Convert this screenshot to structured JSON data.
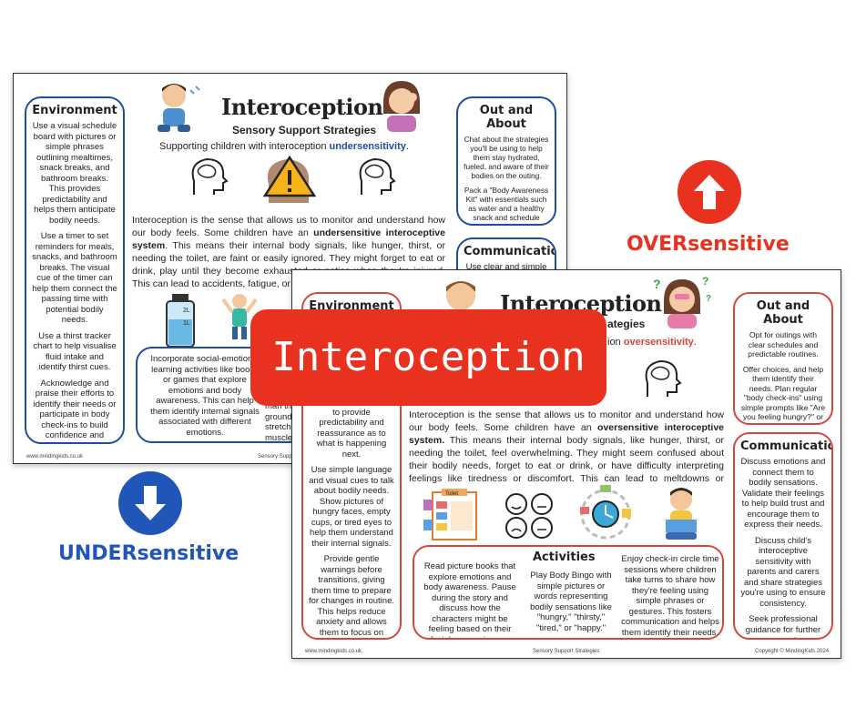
{
  "banner": {
    "label": "Interoception"
  },
  "labels": {
    "over": "OVERsensitive",
    "under": "UNDERsensitive"
  },
  "colors": {
    "over": "#e8321f",
    "under": "#1f56b8",
    "banner": "#e8321f",
    "blue_border": "#1f4e9c",
    "red_border": "#d9443e"
  },
  "icons": {
    "over_arrow": "arrow-up-icon",
    "under_arrow": "arrow-down-icon"
  },
  "under_sheet": {
    "title": "Interoception",
    "subtitle": "Sensory Support Strategies",
    "tagline_prefix": "Supporting children with interoception ",
    "tagline_key": "undersensitivity",
    "tagline_suffix": ".",
    "intro_1": "Interoception is the sense that allows us to monitor and understand how our body feels. Some children have an ",
    "intro_bold": "undersensitive interoceptive system",
    "intro_2": ". This means their internal body signals, like hunger, thirst, or needing the toilet, are faint or easily ignored. They might forget to eat or drink, play until they become exhausted or notice when they're injured. This can lead to accidents, fatigue, or d",
    "environment": {
      "title": "Environment",
      "p1": "Use a visual schedule board with pictures or simple phrases outlining mealtimes, snack breaks, and bathroom breaks. This provides predictability and helps them anticipate bodily needs.",
      "p2": "Use a timer to set reminders for meals, snacks, and bathroom breaks. The visual cue of the timer can help them connect the passing time with potential bodily needs.",
      "p3": "Use a thirst tracker chart to help visualise fluid intake and identify thirst cues.",
      "p4": "Acknowledge and praise their efforts to identify their needs or participate in body check-ins to build confidence and reinforce the importance of listening to their bodies."
    },
    "out_about": {
      "title": "Out and About",
      "p1": "Chat about the strategies you'll be using to help them stay hydrated, fueled, and aware of their bodies on the outing.",
      "p2": "Pack a \"Body Awareness Kit\" with essentials such as water and a healthy snack and schedule regular \"body check-ins\""
    },
    "communication": {
      "title": "Communication",
      "p1": "Use clear and simple"
    },
    "activities": {
      "p1": "Incorporate social-emotional learning activities like books or games that explore emotions and body awareness. This can help them identify internal signals associated with different emotions.",
      "p2_fragment": "P a",
      "p3_fragment": "man the ground stretch and muscle"
    },
    "footer_left": "www.mindingkids.co.uk",
    "footer_mid": "Sensory Supp"
  },
  "over_sheet": {
    "title": "Interoception",
    "subtitle": "ategies",
    "tagline_prefix": "ion ",
    "tagline_key": "oversensitivity",
    "tagline_suffix": ".",
    "intro_1": "Interoception is the sense that allows us to monitor and understand how our body feels. Some children have an ",
    "intro_bold": "oversensitive interoceptive system.",
    "intro_2": " This means their internal body signals, like hunger, thirst, or needing the toilet, feel overwhelming. They might seem confused about their bodily needs, forget to eat or drink, or have difficulty interpreting feelings like tiredness or discomfort. This can lead to meltdowns or frustration.",
    "environment": {
      "title": "Environment",
      "p1": "Use visual timetables to provide predictability and reassurance as to what is happening next.",
      "p2": "Use simple language and visual cues to talk about bodily needs. Show pictures of hungry faces, empty cups, or tired eyes to help them understand their internal signals.",
      "p3": "Provide gentle warnings before transitions, giving them time to prepare for changes in routine. This helps reduce anxiety and allows them to focus on internal cues."
    },
    "out_about": {
      "title": "Out and About",
      "p1": "Opt for outings with clear schedules and predictable routines.",
      "p2": "Offer choices, and help them identify their needs. Plan regular \"body check-ins\" using simple prompts like \"Are you feeling hungry?\" or \"Do you need the bathroom?"
    },
    "communication": {
      "title": "Communication",
      "p1": "Discuss emotions and connect them to bodily sensations. Validate their feelings to help build trust and encourage them to express their needs.",
      "p2": "Discuss child's interoceptive sensitivity with parents and carers and share strategies you're using to ensure consistency.",
      "p3": "Seek professional guidance for further support."
    },
    "activities": {
      "title": "Activities",
      "left": "Read picture books that explore emotions and body awareness. Pause during the story and discuss how the characters might be feeling based on their facial expressions or actions.",
      "mid": "Play Body Bingo with simple pictures or words representing bodily sensations like \"hungry,\" \"thirsty,\" \"tired,\" or \"happy.\"",
      "right": "Enjoy check-in circle time sessions where children take turns to share how they're feeling using simple phrases or gestures. This fosters communication and helps them identify their needs."
    },
    "toilet_label": "Toilet",
    "footer_left": "www.mindingkids.co.uk",
    "footer_mid": "Sensory Support Strategies",
    "footer_right": "Copyright © MindingKids 2024"
  }
}
